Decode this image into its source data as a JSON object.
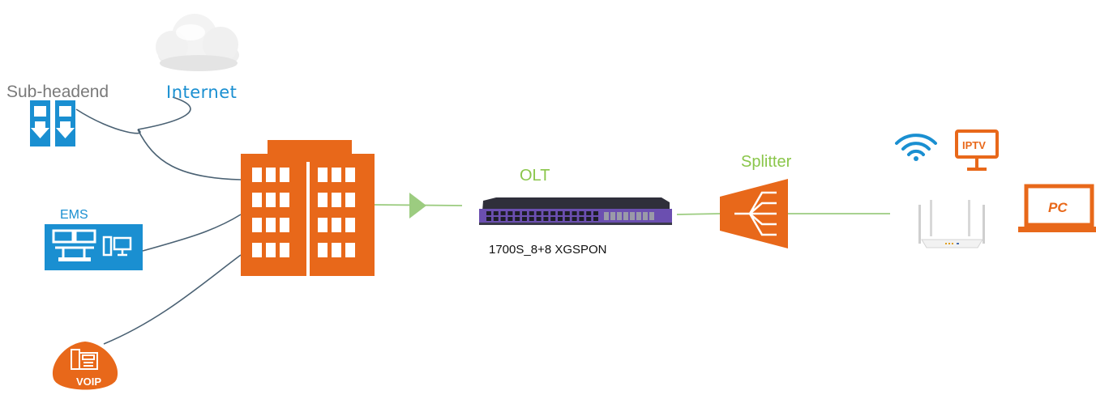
{
  "labels": {
    "sub_headend": "Sub-headend",
    "internet": "Internet",
    "ems": "EMS",
    "voip": "VOIP",
    "olt": "OLT",
    "olt_model": "1700S_8+8 XGSPON",
    "splitter": "Splitter",
    "iptv": "IPTV",
    "pc": "PC"
  },
  "colors": {
    "orange": "#e8681a",
    "blue": "#1a8fd1",
    "green_link": "#9ccc80",
    "green_text": "#8ac64a",
    "cable": "#4a6173",
    "label_gray": "#7a7a7a",
    "olt_purple": "#6b4fb0"
  },
  "icons": [
    "cloud-icon",
    "server-rack-icon",
    "management-station-icon",
    "phone-icon",
    "building-icon",
    "play-arrow-icon",
    "olt-device-icon",
    "splitter-icon",
    "wifi-icon",
    "tv-icon",
    "router-icon",
    "laptop-icon"
  ]
}
